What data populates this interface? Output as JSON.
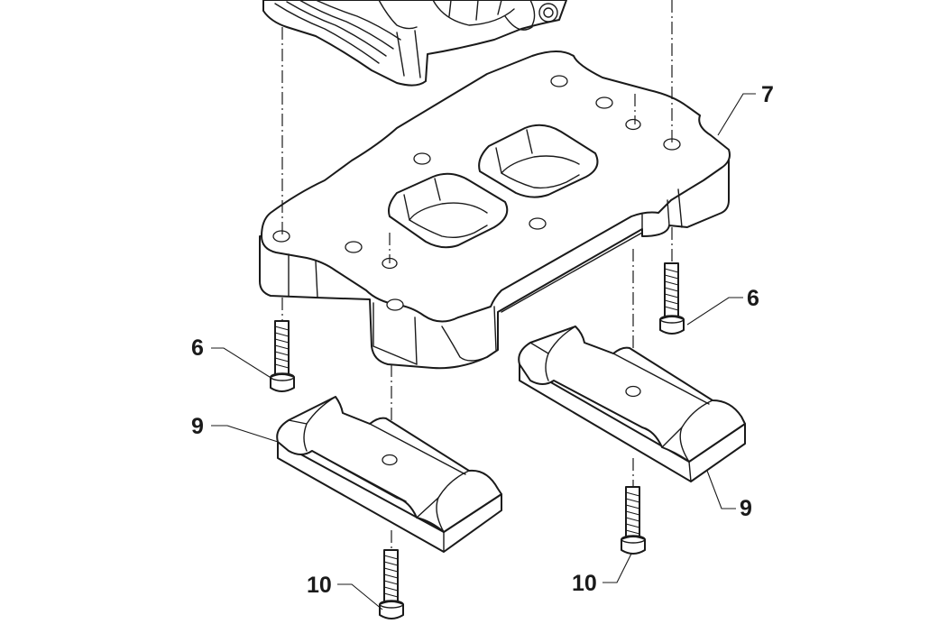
{
  "diagram": {
    "callouts": {
      "c7": "7",
      "c6_right": "6",
      "c6_left": "6",
      "c9_left": "9",
      "c9_right": "9",
      "c10_left": "10",
      "c10_right": "10"
    }
  }
}
